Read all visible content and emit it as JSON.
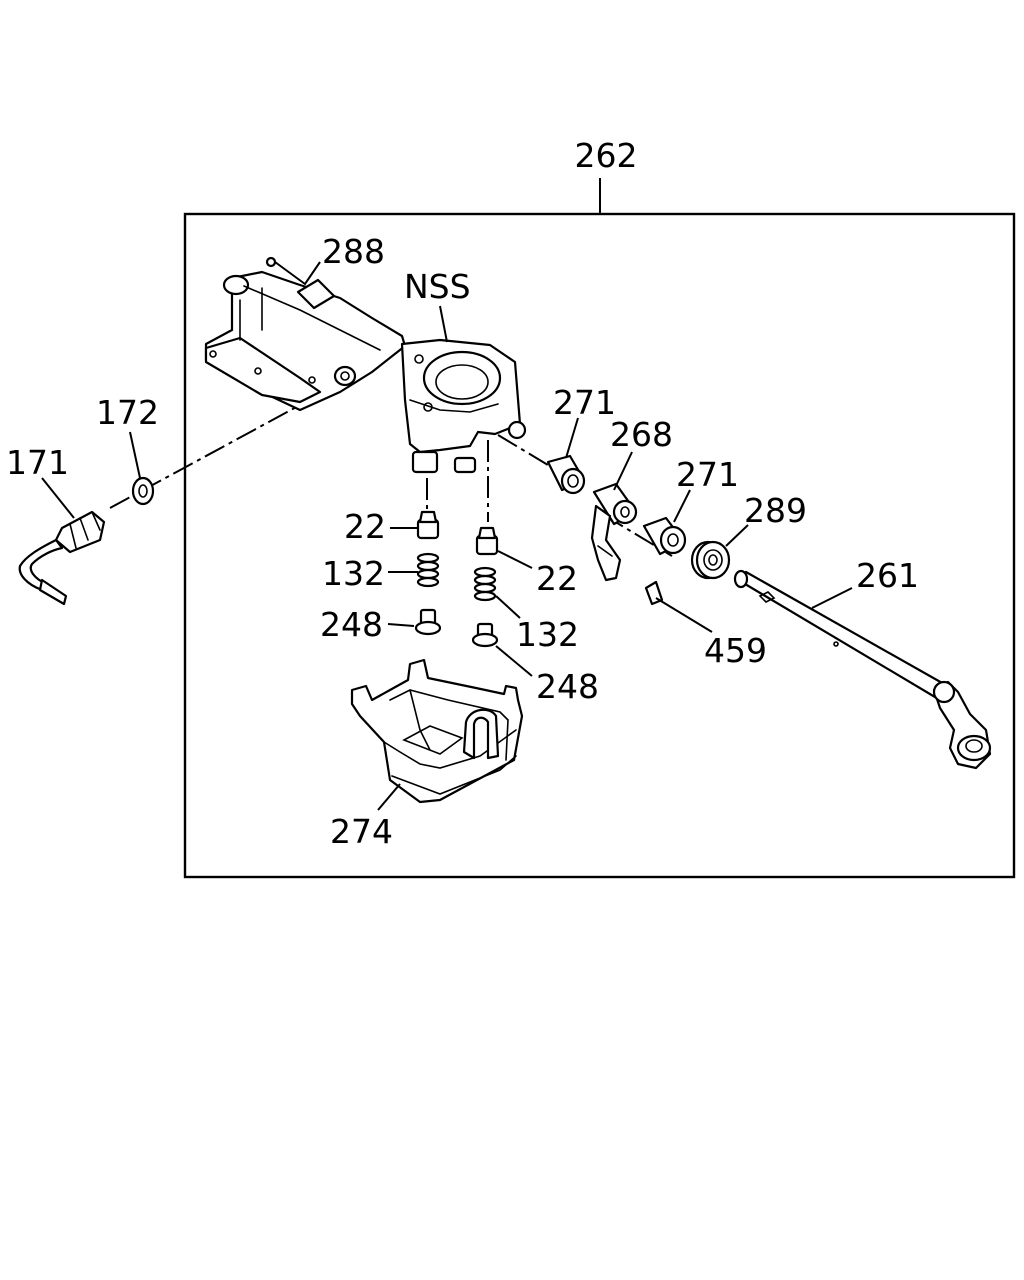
{
  "labels": {
    "assembly": "262",
    "cap_ball": "288",
    "nss": "NSS",
    "washer": "172",
    "switch": "171",
    "bushing_a": "271",
    "lever": "268",
    "bushing_b": "271",
    "bearing": "289",
    "shaft": "261",
    "pin": "459",
    "detent_left": "22",
    "spring_left": "132",
    "plug_left": "248",
    "detent_right": "22",
    "spring_right": "132",
    "plug_right": "248",
    "cover": "274"
  }
}
